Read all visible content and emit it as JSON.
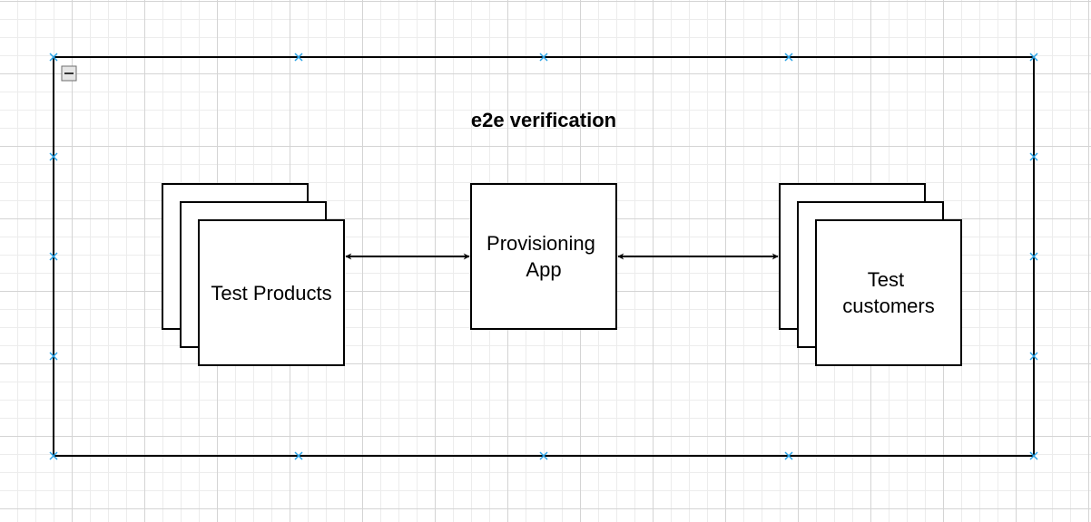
{
  "group": {
    "title": "e2e verification",
    "collapse_icon": "minus-icon"
  },
  "nodes": {
    "products": "Test Products",
    "app_line1": "Provisioning",
    "app_line2": "App",
    "customers_line1": "Test",
    "customers_line2": "customers"
  },
  "colors": {
    "stroke": "#000000",
    "handle": "#29a3e6",
    "grid_major": "#d4d4d4",
    "grid_minor": "#ececec"
  }
}
